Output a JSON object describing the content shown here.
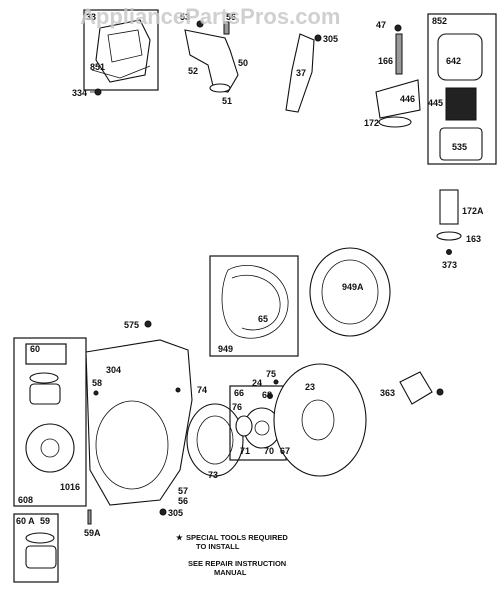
{
  "watermark": "AppliancePartsPros.com",
  "part_labels": {
    "p33": "33",
    "p851": "851",
    "p334": "334",
    "p53": "53",
    "p52": "52",
    "p50": "50",
    "p51": "51",
    "p56a": "56",
    "p305a": "305",
    "p37": "37",
    "p166": "166",
    "p446": "446",
    "p172": "172",
    "p47": "47",
    "p852": "852",
    "p642": "642",
    "p445": "445",
    "p535": "535",
    "p172a": "172A",
    "p163": "163",
    "p373": "373",
    "p949a": "949A",
    "p65": "65",
    "p949": "949",
    "p575": "575",
    "p60": "60",
    "p304": "304",
    "p58": "58",
    "p1016": "1016",
    "p608": "608",
    "p74": "74",
    "p57": "57",
    "p56b": "56",
    "p73": "73",
    "p305b": "305",
    "p75": "75",
    "p24": "24",
    "p66": "66",
    "p68": "68",
    "p76": "76",
    "p71": "71",
    "p70": "70",
    "p67": "67",
    "p23": "23",
    "p363": "363",
    "p60a": "60 A",
    "p59": "59",
    "p59a": "59A"
  },
  "notes": {
    "special_tools_line1": "SPECIAL TOOLS REQUIRED",
    "special_tools_line2": "TO INSTALL",
    "repair_line1": "SEE REPAIR INSTRUCTION",
    "repair_line2": "MANUAL"
  }
}
